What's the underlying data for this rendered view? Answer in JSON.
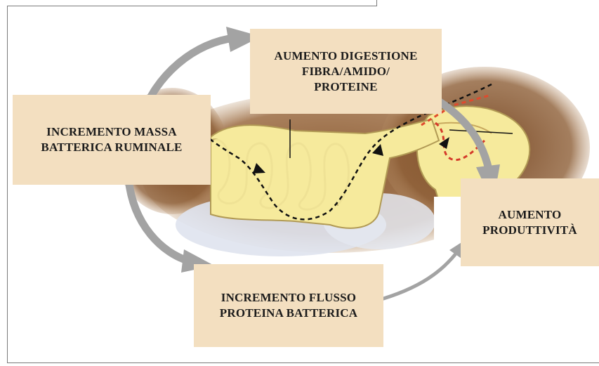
{
  "diagram": {
    "nodes": {
      "bacterial_mass": "INCREMENTO MASSA\nBATTERICA RUMINALE",
      "digestion": "AUMENTO DIGESTIONE\nFIBRA/AMIDO/\nPROTEINE",
      "protein_flow": "INCREMENTO FLUSSO\nPROTEINA BATTERICA",
      "productivity": "AUMENTO\nPRODUTTIVITÀ"
    },
    "edges": [
      {
        "from": "bacterial_mass",
        "to": "digestion"
      },
      {
        "from": "digestion",
        "to": "productivity"
      },
      {
        "from": "bacterial_mass",
        "to": "protein_flow"
      },
      {
        "from": "protein_flow",
        "to": "productivity"
      }
    ]
  },
  "colors": {
    "box_fill": "#f3dfc0",
    "arrow": "#a3a3a3",
    "intestine": "#f6ea9c",
    "organ_brown": "#7a4a26",
    "frame": "#7a7a7a"
  }
}
